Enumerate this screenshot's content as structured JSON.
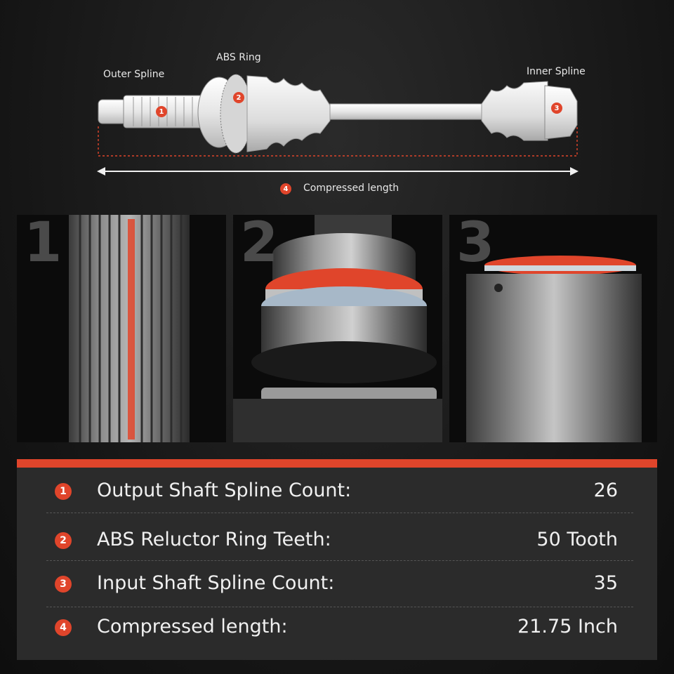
{
  "diagram": {
    "callouts": [
      {
        "number": "1",
        "label": "Outer Spline"
      },
      {
        "number": "2",
        "label": "ABS Ring"
      },
      {
        "number": "3",
        "label": "Inner Spline"
      },
      {
        "number": "4",
        "label": "Compressed length"
      }
    ]
  },
  "photos": [
    {
      "number": "1",
      "subject": "outer-spline-closeup"
    },
    {
      "number": "2",
      "subject": "abs-ring-closeup"
    },
    {
      "number": "3",
      "subject": "inner-spline-closeup"
    }
  ],
  "specs": {
    "accent_color": "#e0452b",
    "rows": [
      {
        "number": "1",
        "label": "Output Shaft Spline Count:",
        "value": "26"
      },
      {
        "number": "2",
        "label": "ABS Reluctor Ring Teeth:",
        "value": "50 Tooth"
      },
      {
        "number": "3",
        "label": "Input Shaft Spline Count:",
        "value": "35"
      },
      {
        "number": "4",
        "label": "Compressed length:",
        "value": "21.75 Inch"
      }
    ]
  }
}
